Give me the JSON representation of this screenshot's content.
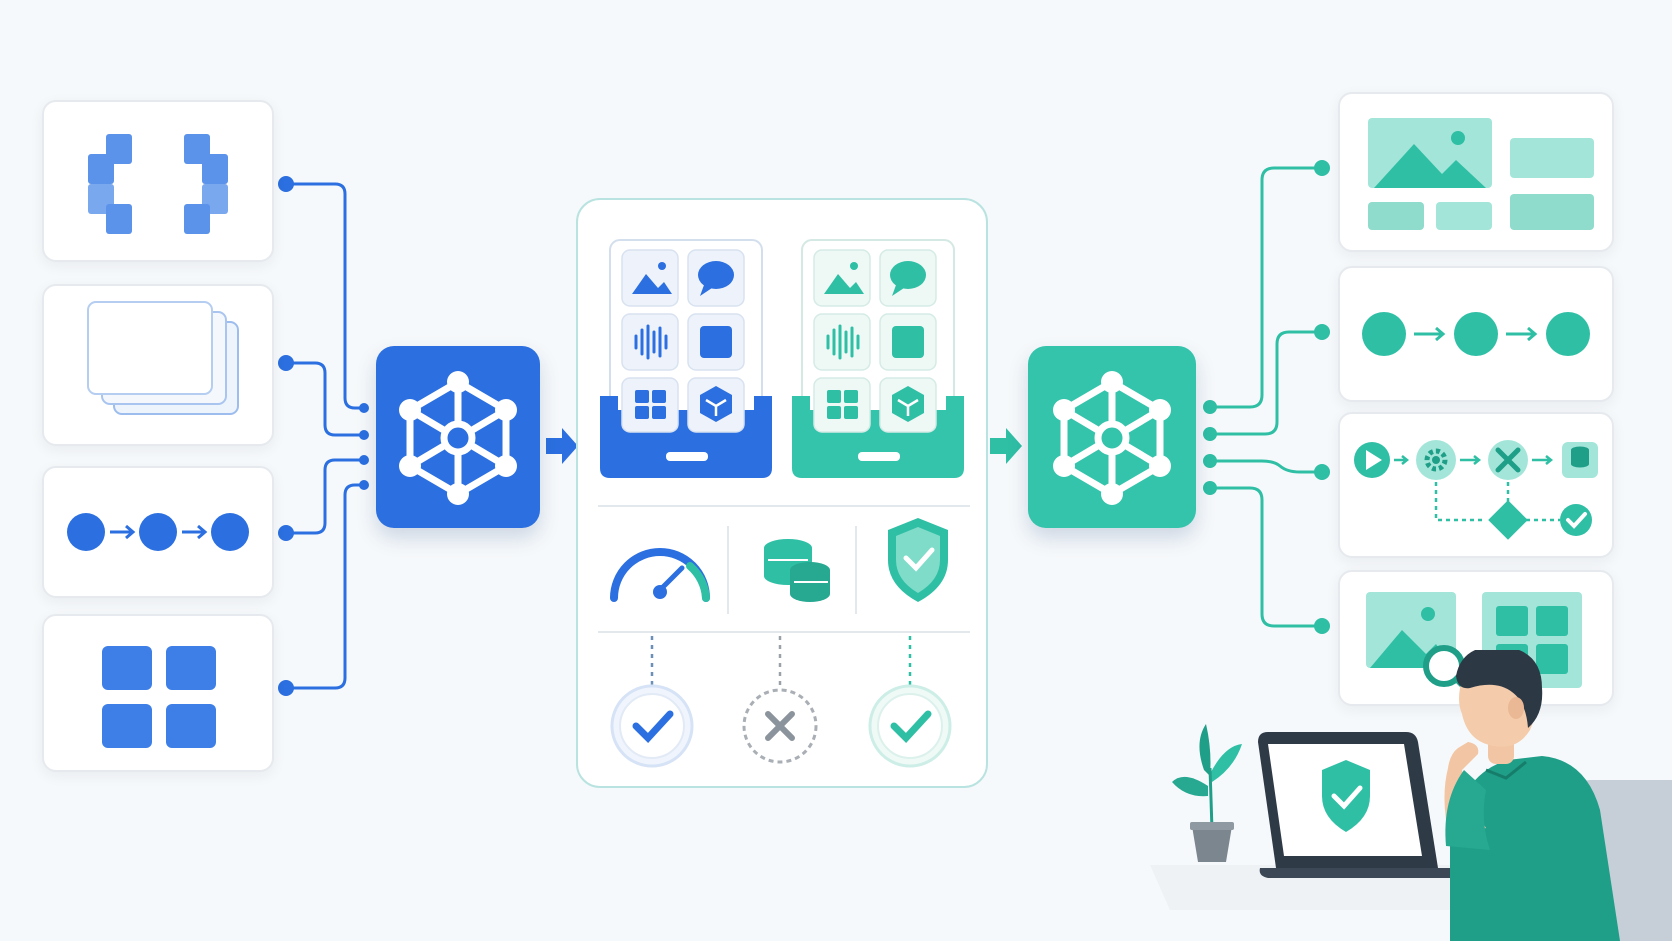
{
  "colors": {
    "blue": "#2b6fe0",
    "blue_light": "#4f8ae8",
    "teal": "#2fbfa5",
    "teal_light": "#a3e6d9",
    "grey": "#8b939c",
    "background": "#f6f9fb"
  },
  "input_cards": [
    {
      "icon": "code-brackets-icon"
    },
    {
      "icon": "stacked-documents-icon"
    },
    {
      "icon": "node-sequence-icon"
    },
    {
      "icon": "grid-blocks-icon"
    }
  ],
  "hubs": [
    {
      "icon": "network-hub-icon",
      "color": "#2b6fe0"
    },
    {
      "icon": "network-hub-icon",
      "color": "#34c3ab"
    }
  ],
  "modality_trays": [
    {
      "color": "blue",
      "icons": [
        "image-icon",
        "chat-bubble-icon",
        "audio-wave-icon",
        "square-icon",
        "grid-icon",
        "cube-icon"
      ]
    },
    {
      "color": "teal",
      "icons": [
        "image-icon",
        "chat-bubble-icon",
        "audio-wave-icon",
        "square-icon",
        "grid-icon",
        "cube-icon"
      ]
    }
  ],
  "checks": [
    {
      "metric": "speedometer-icon",
      "result": "pass"
    },
    {
      "metric": "database-icon",
      "result": "fail"
    },
    {
      "metric": "shield-check-icon",
      "result": "pass"
    }
  ],
  "output_cards": [
    {
      "icon": "image-layout-icon"
    },
    {
      "icon": "node-sequence-icon"
    },
    {
      "icon": "workflow-icon"
    },
    {
      "icon": "image-search-icon"
    }
  ],
  "scene": {
    "person": "person-thinking",
    "laptop_icon": "shield-check-icon",
    "plant": "plant-icon"
  }
}
